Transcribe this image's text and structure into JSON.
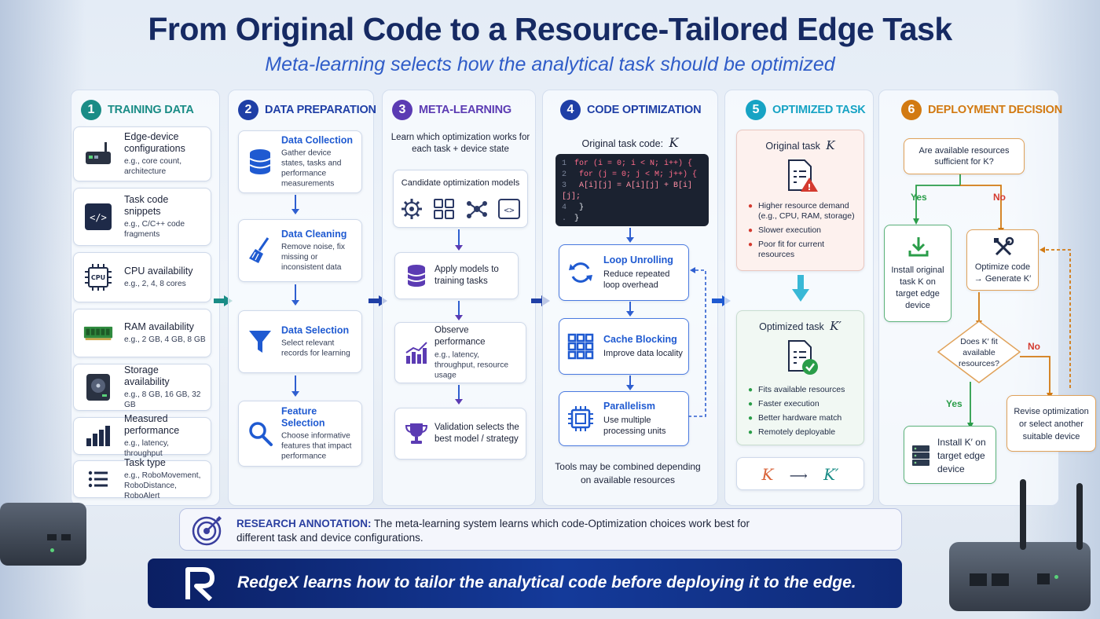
{
  "title": "From Original Code to a Resource-Tailored Edge Task",
  "subtitle": "Meta-learning selects how the analytical task should be optimized",
  "colors": {
    "teal": "#1a8c86",
    "navy": "#1f3fa6",
    "purple": "#5b3bb3",
    "blue": "#1f5ad1",
    "cyan": "#17a3c4",
    "orange": "#d27a12",
    "red": "#d43a2f",
    "green": "#2a9d49"
  },
  "col1": {
    "num": "1",
    "title": "TRAINING DATA",
    "items": [
      {
        "icon": "edge-device-icon",
        "main": "Edge-device configurations",
        "sub": "e.g., core count, architecture"
      },
      {
        "icon": "code-snippet-icon",
        "main": "Task code snippets",
        "sub": "e.g., C/C++ code fragments"
      },
      {
        "icon": "cpu-icon",
        "icon_text": "CPU",
        "main": "CPU availability",
        "sub": "e.g., 2, 4, 8 cores"
      },
      {
        "icon": "ram-icon",
        "main": "RAM availability",
        "sub": "e.g., 2 GB, 4 GB, 8 GB"
      },
      {
        "icon": "storage-icon",
        "main": "Storage availability",
        "sub": "e.g., 8 GB, 16 GB, 32 GB"
      },
      {
        "icon": "bar-chart-icon",
        "main": "Measured performance",
        "sub": "e.g., latency, throughput"
      },
      {
        "icon": "list-icon",
        "main": "Task type",
        "sub": "e.g., RoboMovement, RoboDistance, RoboAlert"
      }
    ]
  },
  "col2": {
    "num": "2",
    "title": "DATA PREPARATION",
    "items": [
      {
        "icon": "database-icon",
        "main": "Data Collection",
        "sub": "Gather device states, tasks and performance measurements"
      },
      {
        "icon": "broom-icon",
        "main": "Data Cleaning",
        "sub": "Remove noise, fix missing or inconsistent data"
      },
      {
        "icon": "funnel-icon",
        "main": "Data Selection",
        "sub": "Select relevant records for learning"
      },
      {
        "icon": "magnifier-icon",
        "main": "Feature Selection",
        "sub": "Choose informative features that impact performance"
      }
    ]
  },
  "col3": {
    "num": "3",
    "title": "META-LEARNING",
    "intro": "Learn which optimization works for each task + device state",
    "candidate": "Candidate optimization models",
    "steps": [
      {
        "icon": "database-icon",
        "main": "Apply models to training tasks",
        "sub": ""
      },
      {
        "icon": "performance-chart-icon",
        "main": "Observe performance",
        "sub": "e.g., latency, throughput, resource usage"
      },
      {
        "icon": "trophy-icon",
        "main": "Validation selects the best model / strategy",
        "sub": ""
      }
    ]
  },
  "col4": {
    "num": "4",
    "title": "CODE OPTIMIZATION",
    "orig_label": "Original task code:",
    "k": "K",
    "code": [
      {
        "n": "1",
        "text": "for (i = 0; i < N; i++) {"
      },
      {
        "n": "2",
        "text": "  for (j = 0; j < M; j++) {"
      },
      {
        "n": "3",
        "text": "    A[i][j] = A[i][j] + B[i][j];"
      },
      {
        "n": "4",
        "text": "  }"
      },
      {
        "n": ".",
        "text": "}"
      }
    ],
    "items": [
      {
        "icon": "loop-icon",
        "main": "Loop Unrolling",
        "sub": "Reduce repeated loop overhead"
      },
      {
        "icon": "grid-icon",
        "main": "Cache Blocking",
        "sub": "Improve data locality"
      },
      {
        "icon": "chip-icon",
        "main": "Parallelism",
        "sub": "Use multiple processing units"
      }
    ],
    "footer": "Tools may be combined depending on available resources"
  },
  "col5": {
    "num": "5",
    "title": "OPTIMIZED TASK",
    "orig_title": "Original task",
    "k": "K",
    "orig_points": [
      "Higher resource demand (e.g., CPU, RAM, storage)",
      "Slower execution",
      "Poor fit for current resources"
    ],
    "opt_title": "Optimized task",
    "kp": "K′",
    "opt_points": [
      "Fits available resources",
      "Faster execution",
      "Better hardware match",
      "Remotely deployable"
    ],
    "transform_from": "K",
    "transform_to": "K′"
  },
  "col6": {
    "num": "6",
    "title": "DEPLOYMENT DECISION",
    "question1": "Are available resources sufficient for K?",
    "yes1": "Yes",
    "no1": "No",
    "install_k": "Install original task K on target edge device",
    "optimize": "Optimize code → Generate K′",
    "question2": "Does K′ fit available resources?",
    "yes2": "Yes",
    "no2": "No",
    "install_kp": "Install K′ on target edge device",
    "revise": "Revise optimization or select another suitable device"
  },
  "annotation": {
    "label": "RESEARCH ANNOTATION:",
    "text": "The meta-learning system learns which code-Optimization choices work best for different task and device configurations."
  },
  "banner": {
    "logo": "R",
    "text": "RedgeX learns how to tailor the analytical code before deploying it to the edge."
  }
}
